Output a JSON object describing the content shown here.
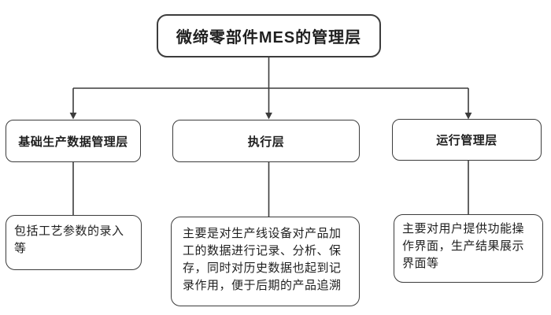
{
  "diagram": {
    "root": {
      "label": "微缔零部件MES的管理层"
    },
    "branches": [
      {
        "label": "基础生产数据管理层",
        "description": "包括工艺参数的录入等"
      },
      {
        "label": "执行层",
        "description": "主要是对生产线设备对产品加工的数据进行记录、分析、保存，同时对历史数据也起到记录作用，便于后期的产品追溯"
      },
      {
        "label": "运行管理层",
        "description": "主要对用户提供功能操作界面，生产结果展示界面等"
      }
    ],
    "colors": {
      "border": "#3c3c3c",
      "connector": "#3c3c3c",
      "text": "#1f1f1f",
      "background": "#ffffff"
    }
  }
}
